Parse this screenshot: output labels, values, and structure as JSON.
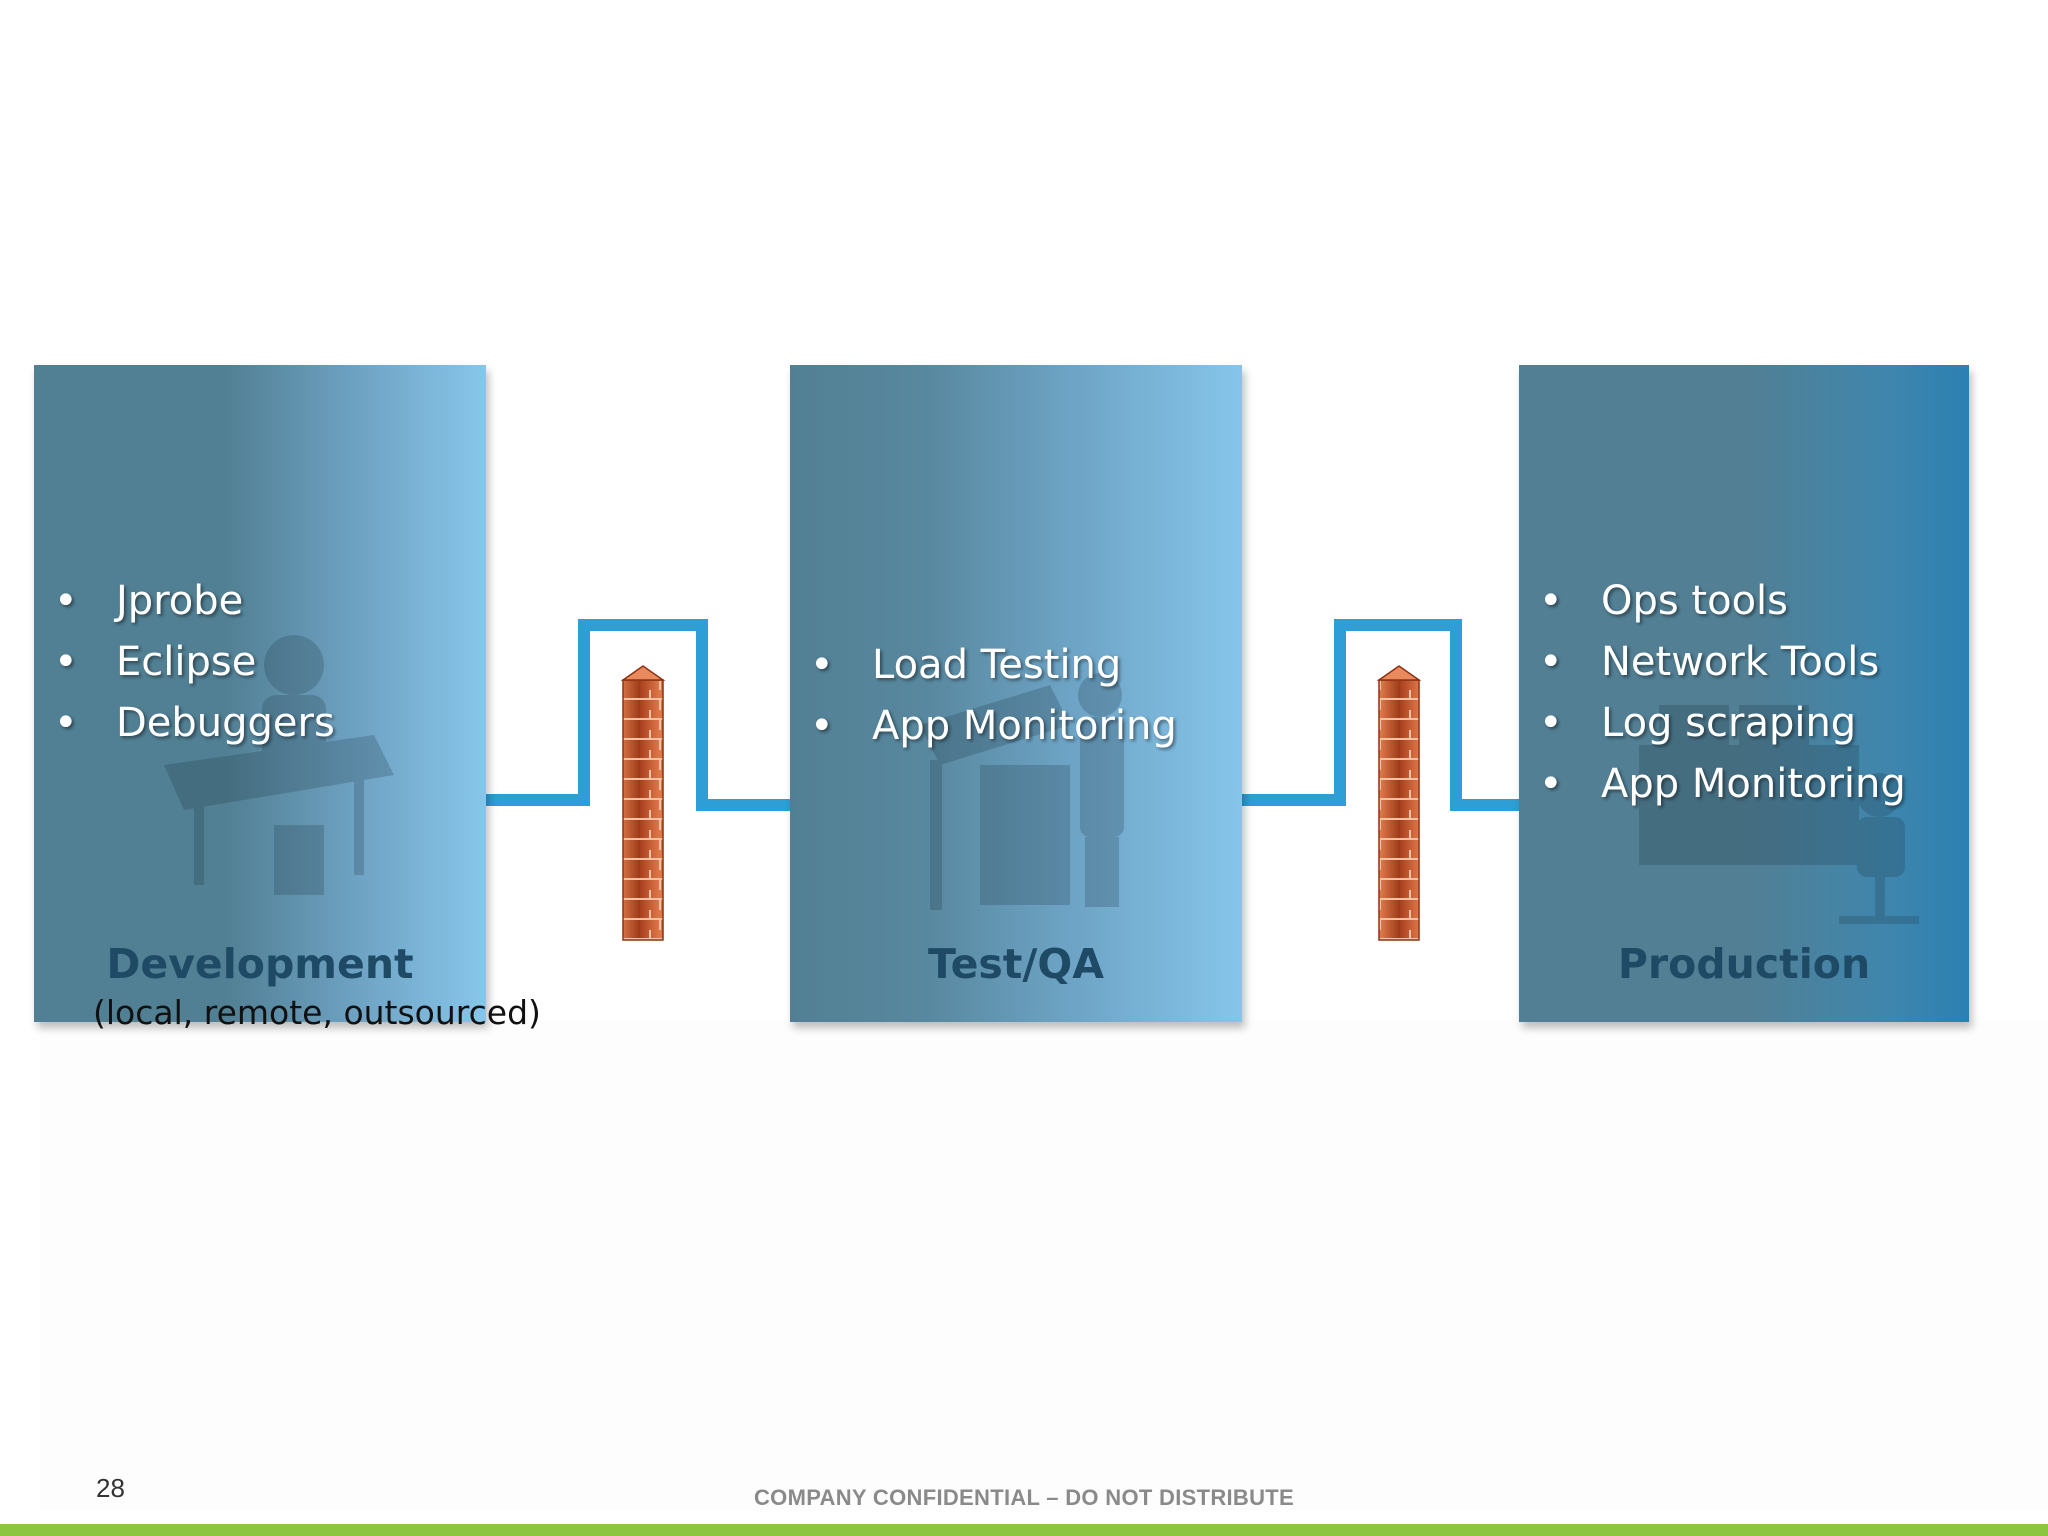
{
  "stages": {
    "development": {
      "items": [
        "Jprobe",
        "Eclipse",
        "Debuggers"
      ],
      "title": "Development",
      "subtitle": "(local, remote, outsourced)"
    },
    "test": {
      "items": [
        "Load Testing",
        "App Monitoring"
      ],
      "title": "Test/QA"
    },
    "production": {
      "items": [
        "Ops tools",
        "Network Tools",
        "Log scraping",
        "App Monitoring"
      ],
      "title": "Production"
    }
  },
  "footer": {
    "page_number": "28",
    "confidential": "COMPANY CONFIDENTIAL – DO NOT DISTRIBUTE"
  },
  "colors": {
    "connector": "#2e9fd6",
    "firewall_brick": "#c8572d",
    "accent_bar": "#8cc63f"
  },
  "icons": [
    "firewall-icon",
    "developer-at-desk-icon",
    "tester-at-workstation-icon",
    "operator-at-console-icon",
    "arrow-icon"
  ]
}
